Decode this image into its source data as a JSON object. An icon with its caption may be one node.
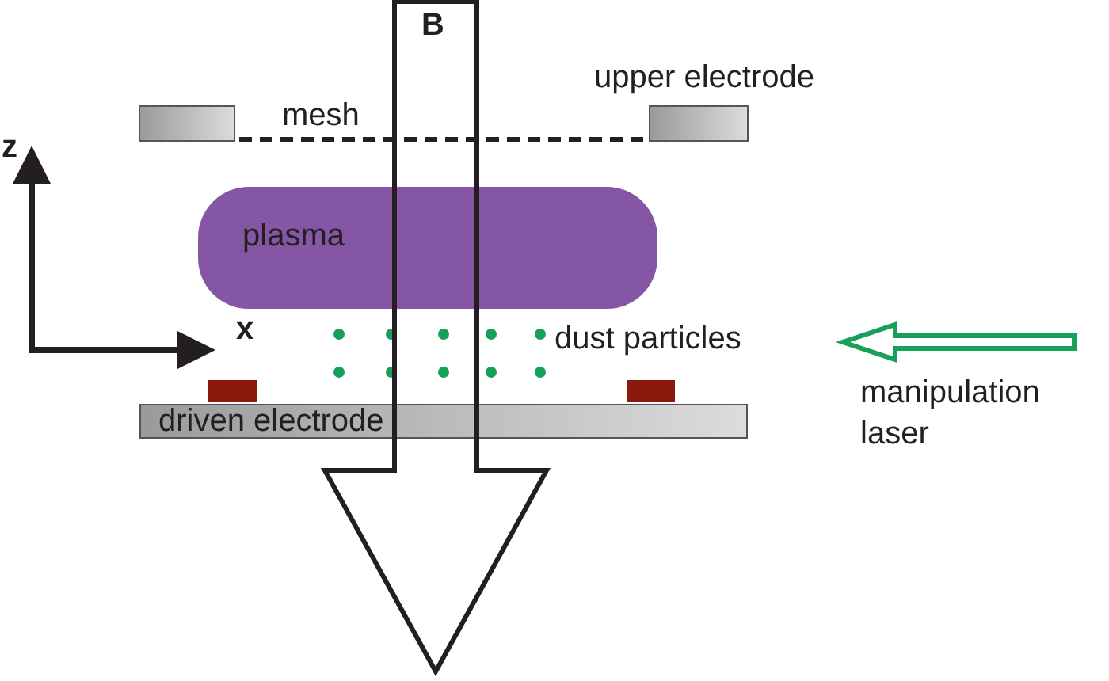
{
  "diagram": {
    "nodes": [
      {
        "text": [
          "B"
        ]
      },
      {
        "text": [
          "plasma"
        ]
      },
      {
        "text": [
          "driven electrode"
        ]
      }
    ],
    "labels": [
      "upper electrode",
      "mesh",
      "z",
      "x",
      "dust particles",
      "manipulation laser"
    ]
  }
}
